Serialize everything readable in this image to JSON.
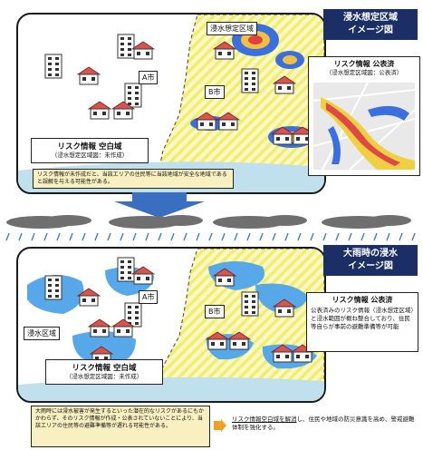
{
  "top": {
    "title_line1": "浸水想定区域",
    "title_line2": "イメージ図",
    "zone_label": "浸水想定区域",
    "city_a": "A市",
    "city_b": "B市",
    "info_title": "リスク情報 空白域",
    "info_sub": "（浸水想定区域図：未作成）",
    "pub_title": "リスク情報 公表済",
    "pub_sub": "（浸水想定区域図：公表済）",
    "warning": "リスク情報が未作成だと、当該エリアの住民等に当該地域が安全な地域であると誤解を与える可能性がある。"
  },
  "bottom": {
    "title_line1": "大雨時の浸水",
    "title_line2": "イメージ図",
    "flood_label": "浸水区域",
    "city_a": "A市",
    "city_b": "B市",
    "info_title": "リスク情報 空白域",
    "info_sub": "（浸水想定区域図：未作成）",
    "pub_title": "リスク情報 公表済",
    "pub_text": "公表済みのリスク情報（浸水想定区域）と浸水範囲が概ね整合しており、住民等自らが事前の避難準備等が可能",
    "note": "大雨時には浸水被害が発生するといった潜在的なリスクがあるにもかかわらず、そのリスク情報が作成・公表されていないことにより、当該エリアの住民等の避難準備等が遅れる可能性がある。",
    "conclusion_link": "リスク情報空白域を解消",
    "conclusion_rest": "し、住民や地域の防災意識を高め、警戒避難体制を強化する。"
  },
  "colors": {
    "navy": "#1b2f66",
    "hatch_yellow": "#f3ee6a",
    "sea": "#bfe0ec",
    "flood_blue": "#2a7fd6",
    "arrow": "#3a6fc0",
    "orange": "#f0a020"
  },
  "icons": [
    "building-icon",
    "house-icon",
    "cloud-icon",
    "rain-icon",
    "arrow-down-icon",
    "arrow-right-icon"
  ]
}
